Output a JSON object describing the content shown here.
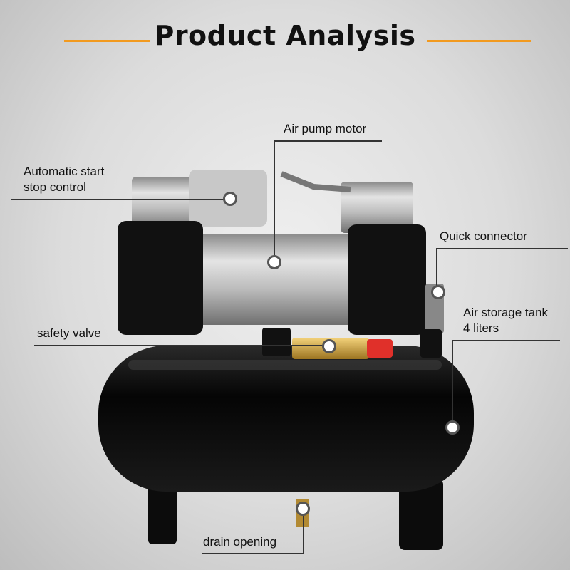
{
  "title": "Product Analysis",
  "colors": {
    "accent": "#f29a1f"
  },
  "callouts": {
    "motor": "Air pump motor",
    "auto_line1": "Automatic start",
    "auto_line2": "stop control",
    "connector": "Quick connector",
    "tank_line1": "Air storage tank",
    "tank_line2": "4 liters",
    "valve": "safety valve",
    "drain": "drain opening"
  }
}
